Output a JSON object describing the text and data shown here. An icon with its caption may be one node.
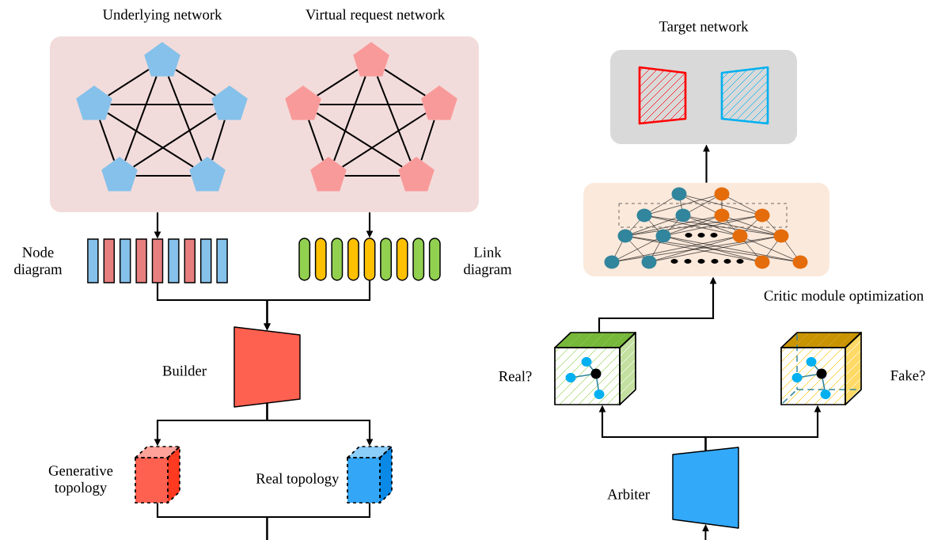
{
  "diagram": {
    "nodes": [
      {
        "text": [],
        "shape": "box"
      },
      {
        "text": [],
        "shape": "pentagon",
        "in": 0
      },
      {
        "text": [],
        "shape": "pentagon",
        "in": 0
      },
      {
        "text": [],
        "shape": "pentagon",
        "in": 0
      },
      {
        "text": [],
        "shape": "pentagon",
        "in": 0
      },
      {
        "text": [],
        "shape": "pentagon",
        "in": 0
      },
      {
        "text": [],
        "shape": "pentagon",
        "in": 0
      },
      {
        "text": [],
        "shape": "pentagon",
        "in": 0
      },
      {
        "text": [],
        "shape": "pentagon",
        "in": 0
      },
      {
        "text": [],
        "shape": "pentagon",
        "in": 0
      },
      {
        "text": [],
        "shape": "pentagon",
        "in": 0
      },
      {
        "text": [],
        "shape": "bar",
        "beside": [
          "Node diagram"
        ]
      },
      {
        "text": [],
        "shape": "capsule",
        "beside": [
          "Link diagram"
        ]
      },
      {
        "text": [],
        "shape": "trapezoid",
        "beside": [
          "Builder"
        ]
      },
      {
        "text": [],
        "shape": "cube",
        "beside": [
          "Generative topology"
        ]
      },
      {
        "text": [],
        "shape": "cube",
        "beside": [
          "Real topology"
        ]
      },
      {
        "text": [],
        "shape": "trapezoid",
        "beside": [
          "Arbiter"
        ]
      },
      {
        "text": [],
        "shape": "cube",
        "beside": [
          "Real?"
        ]
      },
      {
        "text": [],
        "shape": "cube",
        "beside": [
          "Fake?"
        ]
      },
      {
        "text": [],
        "shape": "box",
        "beside": [
          "Critic module optimization"
        ]
      },
      {
        "text": [
          "Target network"
        ]
      },
      {
        "text": [],
        "shape": "trapezoid",
        "in": 20
      },
      {
        "text": [],
        "shape": "trapezoid",
        "in": 20
      }
    ],
    "edges": [
      {
        "from": 1,
        "to": 2,
        "arrow": "none"
      },
      {
        "from": 1,
        "to": 3,
        "arrow": "none"
      },
      {
        "from": 1,
        "to": 4,
        "arrow": "none"
      },
      {
        "from": 1,
        "to": 5,
        "arrow": "none"
      },
      {
        "from": 2,
        "to": 3,
        "arrow": "none"
      },
      {
        "from": 2,
        "to": 4,
        "arrow": "none"
      },
      {
        "from": 2,
        "to": 5,
        "arrow": "none"
      },
      {
        "from": 3,
        "to": 4,
        "arrow": "none"
      },
      {
        "from": 3,
        "to": 5,
        "arrow": "none"
      },
      {
        "from": 4,
        "to": 5,
        "arrow": "none"
      },
      {
        "from": 6,
        "to": 7,
        "arrow": "none"
      },
      {
        "from": 6,
        "to": 8,
        "arrow": "none"
      },
      {
        "from": 6,
        "to": 9,
        "arrow": "none"
      },
      {
        "from": 6,
        "to": 10,
        "arrow": "none"
      },
      {
        "from": 7,
        "to": 8,
        "arrow": "none"
      },
      {
        "from": 7,
        "to": 9,
        "arrow": "none"
      },
      {
        "from": 7,
        "to": 10,
        "arrow": "none"
      },
      {
        "from": 8,
        "to": 9,
        "arrow": "none"
      },
      {
        "from": 8,
        "to": 10,
        "arrow": "none"
      },
      {
        "from": 9,
        "to": 10,
        "arrow": "none"
      },
      {
        "from": 0,
        "to": 11,
        "arrow": "to"
      },
      {
        "from": 0,
        "to": 12,
        "arrow": "to"
      },
      {
        "from": 11,
        "to": 13,
        "arrow": "to"
      },
      {
        "from": 12,
        "to": 13,
        "arrow": "to"
      },
      {
        "from": 13,
        "to": 14,
        "arrow": "to"
      },
      {
        "from": 13,
        "to": 15,
        "arrow": "to"
      },
      {
        "from": 14,
        "to": null,
        "arrow": "none"
      },
      {
        "from": 15,
        "to": null,
        "arrow": "none"
      },
      {
        "from": null,
        "to": 16,
        "arrow": "to"
      },
      {
        "from": 16,
        "to": 17,
        "arrow": "to"
      },
      {
        "from": 16,
        "to": 18,
        "arrow": "to"
      },
      {
        "from": 17,
        "to": 19,
        "arrow": "to"
      },
      {
        "from": 19,
        "to": 20,
        "arrow": "to"
      }
    ],
    "labels": [
      "Underlying network",
      "Virtual request network"
    ]
  }
}
